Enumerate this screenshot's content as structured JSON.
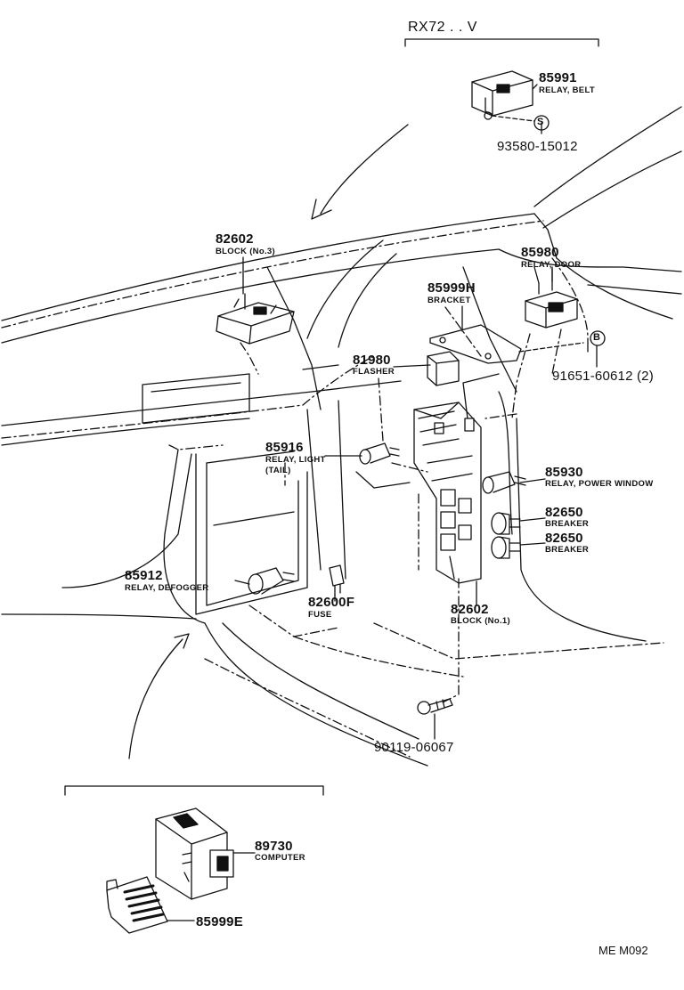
{
  "variant_header": "RX72 . . V",
  "figure_code": "ME M092",
  "screw_symbol": "S",
  "bolt_symbol": "B",
  "parts": [
    {
      "id": "p85991",
      "number": "85991",
      "desc": "RELAY, BELT"
    },
    {
      "id": "p93580",
      "number": "93580-15012",
      "desc": ""
    },
    {
      "id": "p82602a",
      "number": "82602",
      "desc": "BLOCK (No.3)"
    },
    {
      "id": "p85980",
      "number": "85980",
      "desc": "RELAY, DOOR"
    },
    {
      "id": "p85999h",
      "number": "85999H",
      "desc": "BRACKET"
    },
    {
      "id": "p81980",
      "number": "81980",
      "desc": "FLASHER"
    },
    {
      "id": "p91651",
      "number": "91651-60612 (2)",
      "desc": ""
    },
    {
      "id": "p85916",
      "number": "85916",
      "desc": "RELAY, LIGHT",
      "desc2": "(TAIL)"
    },
    {
      "id": "p85930",
      "number": "85930",
      "desc": "RELAY, POWER WINDOW"
    },
    {
      "id": "p82650a",
      "number": "82650",
      "desc": "BREAKER"
    },
    {
      "id": "p82650b",
      "number": "82650",
      "desc": "BREAKER"
    },
    {
      "id": "p85912",
      "number": "85912",
      "desc": "RELAY, DEFOGGER"
    },
    {
      "id": "p82600f",
      "number": "82600F",
      "desc": "FUSE"
    },
    {
      "id": "p82602b",
      "number": "82602",
      "desc": "BLOCK (No.1)"
    },
    {
      "id": "p90119",
      "number": "90119-06067",
      "desc": ""
    },
    {
      "id": "p89730",
      "number": "89730",
      "desc": "COMPUTER"
    },
    {
      "id": "p85999e",
      "number": "85999E",
      "desc": ""
    }
  ]
}
